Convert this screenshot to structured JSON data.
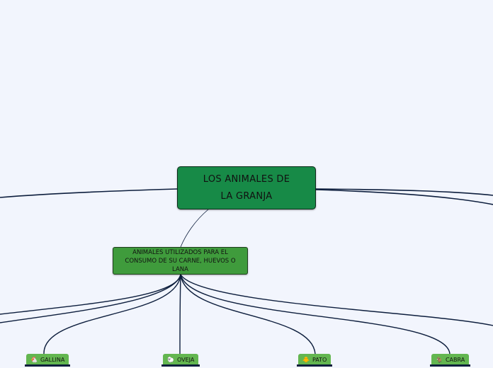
{
  "root": {
    "title": "LOS ANIMALES DE LA GRANJA"
  },
  "topic": {
    "title": "ANIMALES UTILIZADOS PARA EL CONSUMO DE SU CARNE, HUEVOS O LANA"
  },
  "leaves": [
    {
      "label": "GALLINA",
      "icon": "chicken-icon",
      "glyph": "🐔"
    },
    {
      "label": "OVEJA",
      "icon": "sheep-icon",
      "glyph": "🐑"
    },
    {
      "label": "PATO",
      "icon": "duck-icon",
      "glyph": "🐥"
    },
    {
      "label": "CABRA",
      "icon": "goat-icon",
      "glyph": "🐐"
    }
  ],
  "colors": {
    "background": "#f2f5fd",
    "root_fill": "#178a47",
    "topic_fill": "#3f9b3c",
    "leaf_fill": "#63b650",
    "connector": "#0d1e3d"
  }
}
